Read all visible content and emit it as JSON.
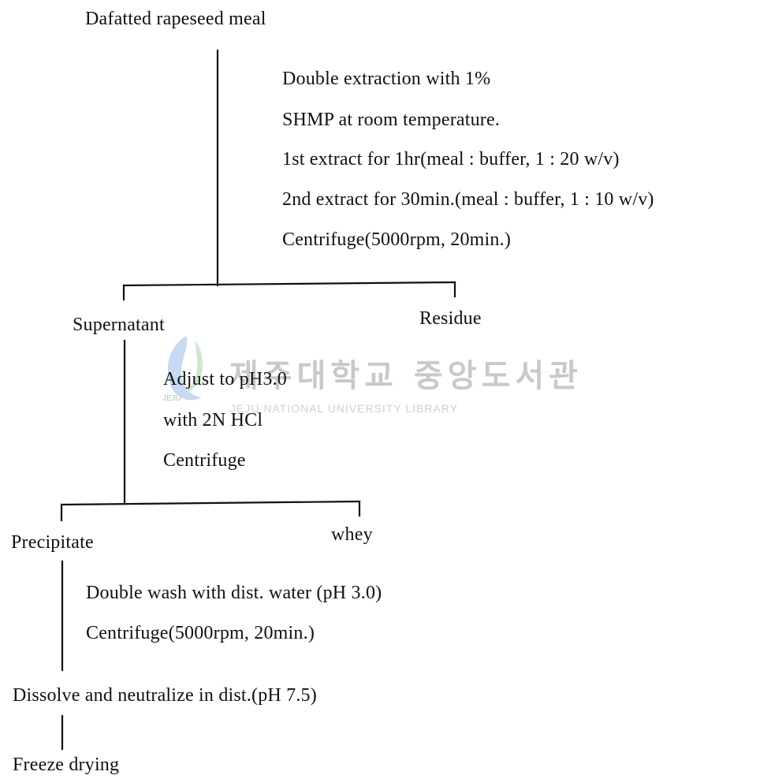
{
  "steps": {
    "start": "Dafatted rapeseed meal",
    "extraction": [
      "Double extraction with 1%",
      "SHMP at room temperature.",
      "1st extract for 1hr(meal : buffer, 1 : 20 w/v)",
      "2nd extract for 30min.(meal : buffer, 1 : 10 w/v)",
      "Centrifuge(5000rpm, 20min.)"
    ],
    "supernatant": "Supernatant",
    "residue": "Residue",
    "acidify": [
      "Adjust to pH3.0",
      "with 2N HCl",
      "Centrifuge"
    ],
    "precipitate": "Precipitate",
    "whey": "whey",
    "wash": [
      "Double wash with dist. water (pH 3.0)",
      "Centrifuge(5000rpm, 20min.)"
    ],
    "dissolve": "Dissolve and neutralize in dist.(pH 7.5)",
    "final": "Freeze drying"
  },
  "watermark": {
    "korean": "제주대학교 중앙도서관",
    "english": "JEJU NATIONAL UNIVERSITY LIBRARY",
    "abbr": "JEJU"
  },
  "colors": {
    "ink": "#111111",
    "watermark": "#c9c9c9"
  }
}
